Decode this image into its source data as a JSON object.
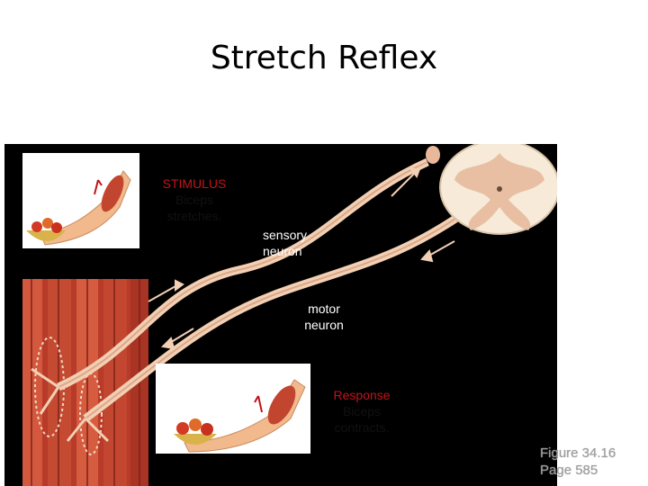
{
  "slide": {
    "title": "Stretch Reflex"
  },
  "labels": {
    "stimulus_heading": "STIMULUS",
    "stimulus_text_1": "Biceps",
    "stimulus_text_2": "stretches.",
    "sensory_1": "sensory",
    "sensory_2": "neuron",
    "motor_1": "motor",
    "motor_2": "neuron",
    "response_heading": "Response",
    "response_text_1": "Biceps",
    "response_text_2": "contracts."
  },
  "figure_reference": {
    "figure": "Figure 34.16",
    "page": "Page 585"
  },
  "colors": {
    "background": "#000000",
    "muscle": "#c2452f",
    "nerve": "#f3cfb3",
    "skin": "#f1b98c",
    "spinal_cord": "#f7ead9",
    "label_red": "#c0141a"
  }
}
